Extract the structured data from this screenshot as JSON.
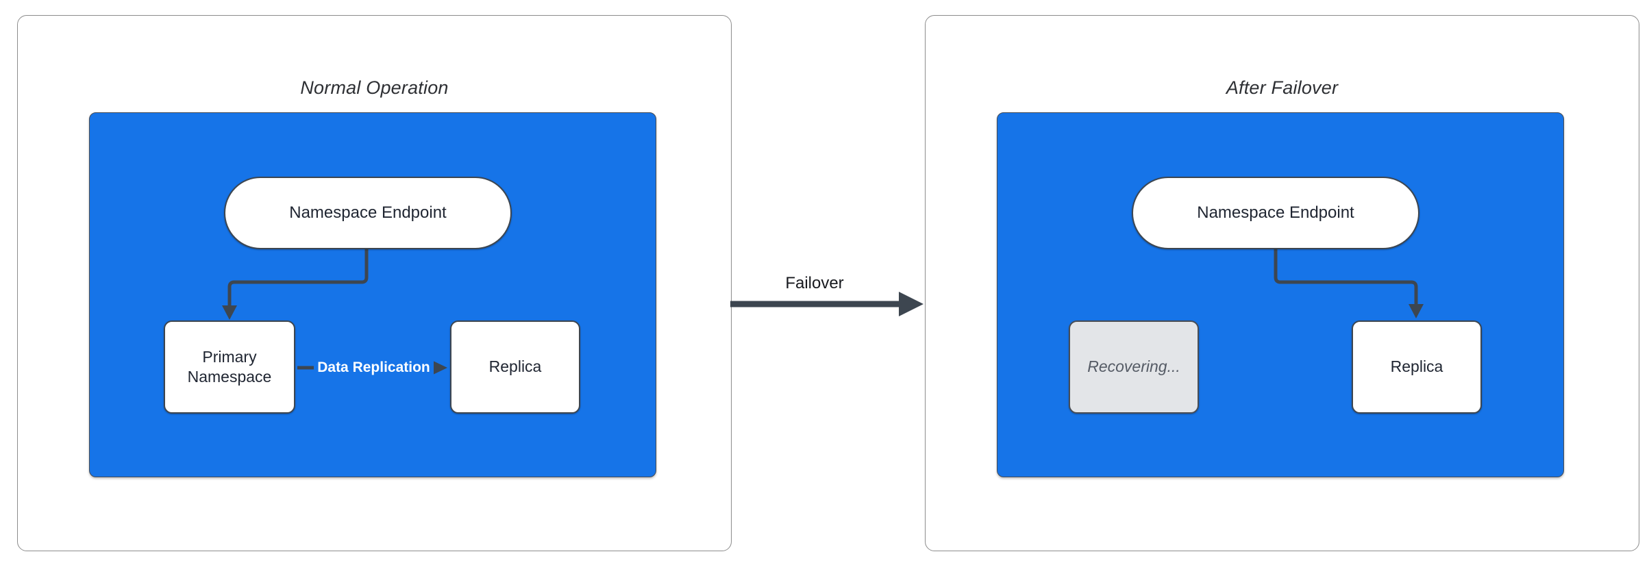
{
  "colors": {
    "container_blue": "#1674e8",
    "connector_dark": "#3d4650",
    "panel_border_gray": "#8c8c8c",
    "node_fill": "#ffffff",
    "recovering_fill": "#e3e5e8",
    "recovering_text": "#555b65",
    "node_text": "#202632",
    "replication_label_text": "#ffffff"
  },
  "left_panel": {
    "title": "Normal Operation",
    "endpoint_label": "Namespace Endpoint",
    "primary_label": "Primary Namespace",
    "replica_label": "Replica",
    "replication_label": "Data Replication"
  },
  "transition": {
    "label": "Failover"
  },
  "right_panel": {
    "title": "After Failover",
    "endpoint_label": "Namespace Endpoint",
    "recovering_label": "Recovering...",
    "replica_label": "Replica"
  }
}
